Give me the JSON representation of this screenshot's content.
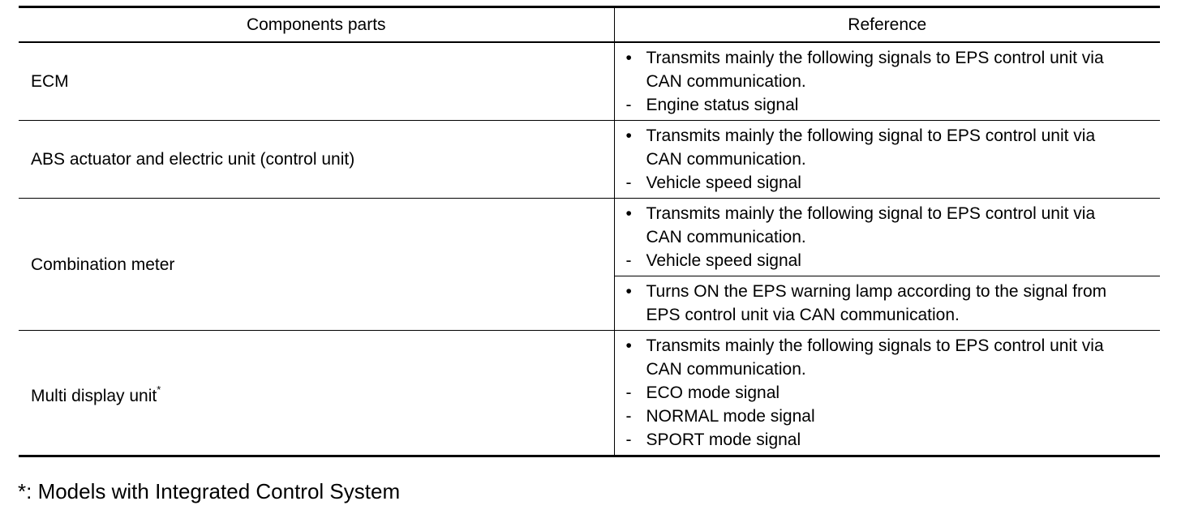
{
  "table": {
    "headers": [
      "Components parts",
      "Reference"
    ],
    "rows": {
      "ecm": {
        "component": "ECM",
        "reference": {
          "bullet_marker": "•",
          "bullet_line1": "Transmits mainly the following signals to EPS control unit via",
          "bullet_line2": "CAN communication.",
          "dash_marker": "-",
          "item1": "Engine status signal"
        }
      },
      "abs": {
        "component": "ABS actuator and electric unit (control unit)",
        "reference": {
          "bullet_marker": "•",
          "bullet_line1": "Transmits mainly the following signal to EPS control unit via",
          "bullet_line2": "CAN communication.",
          "dash_marker": "-",
          "item1": "Vehicle speed signal"
        }
      },
      "combination_meter": {
        "component": "Combination meter",
        "reference_a": {
          "bullet_marker": "•",
          "bullet_line1": "Transmits mainly the following signal to EPS control unit via",
          "bullet_line2": "CAN communication.",
          "dash_marker": "-",
          "item1": "Vehicle speed signal"
        },
        "reference_b": {
          "bullet_marker": "•",
          "bullet_line1": "Turns ON the EPS warning lamp according to the signal from",
          "bullet_line2": "EPS control unit via CAN communication."
        }
      },
      "multi_display": {
        "component": "Multi display unit",
        "component_sup": "*",
        "reference": {
          "bullet_marker": "•",
          "bullet_line1": "Transmits mainly the following signals to EPS control unit via",
          "bullet_line2": "CAN communication.",
          "dash_marker": "-",
          "item1": "ECO mode signal",
          "item2": "NORMAL mode signal",
          "item3": "SPORT mode signal"
        }
      }
    }
  },
  "footnote": "*: Models with Integrated Control System"
}
